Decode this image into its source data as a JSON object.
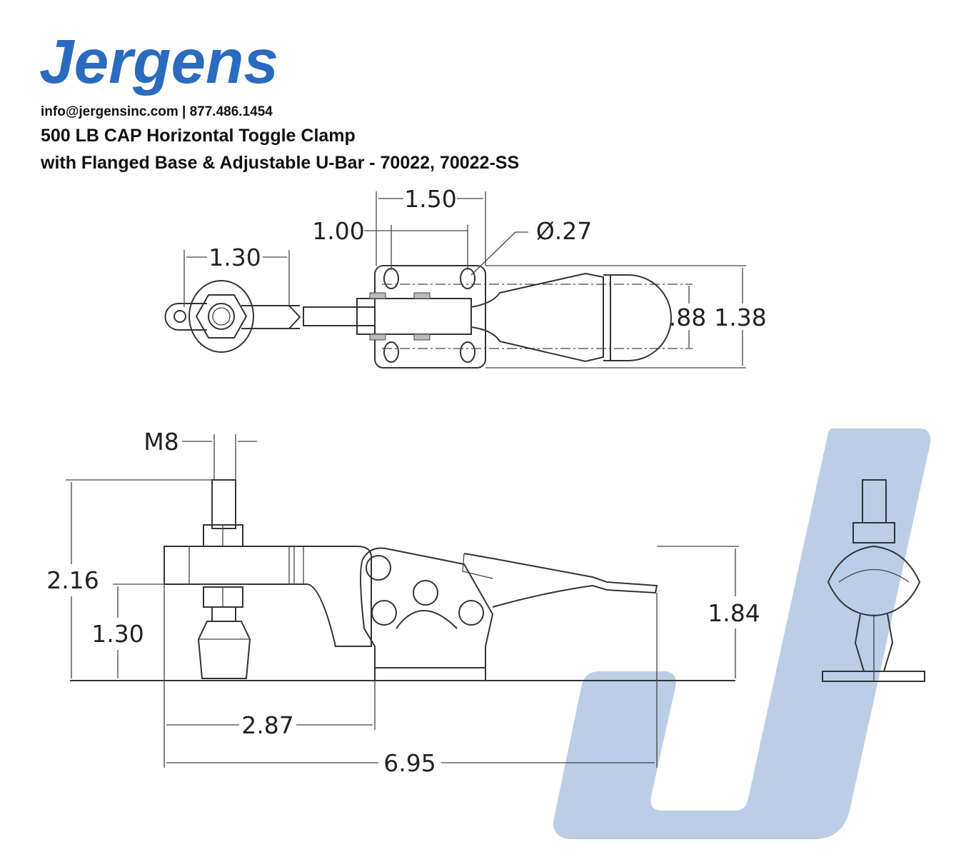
{
  "brand": {
    "name": "Jergens",
    "color": "#2a6bbf",
    "watermark_color": "#bccde6"
  },
  "contact": "info@jergensinc.com | 877.486.1454",
  "title_line1": "500 LB CAP Horizontal Toggle Clamp",
  "title_line2": "with Flanged Base & Adjustable U-Bar - 70022, 70022-SS",
  "top_view": {
    "dim_mount_width": "1.50",
    "dim_hole_spacing": "1.00",
    "dim_hole_dia": "Ø.27",
    "dim_ubar": "1.30",
    "dim_hole_spacing_v": ".88",
    "dim_base_height": "1.38"
  },
  "side_view": {
    "dim_thread": "M8",
    "dim_total_height": "2.16",
    "dim_spindle_height": "1.30",
    "dim_handle_height": "1.84",
    "dim_base_offset": "2.87",
    "dim_overall_length": "6.95"
  }
}
